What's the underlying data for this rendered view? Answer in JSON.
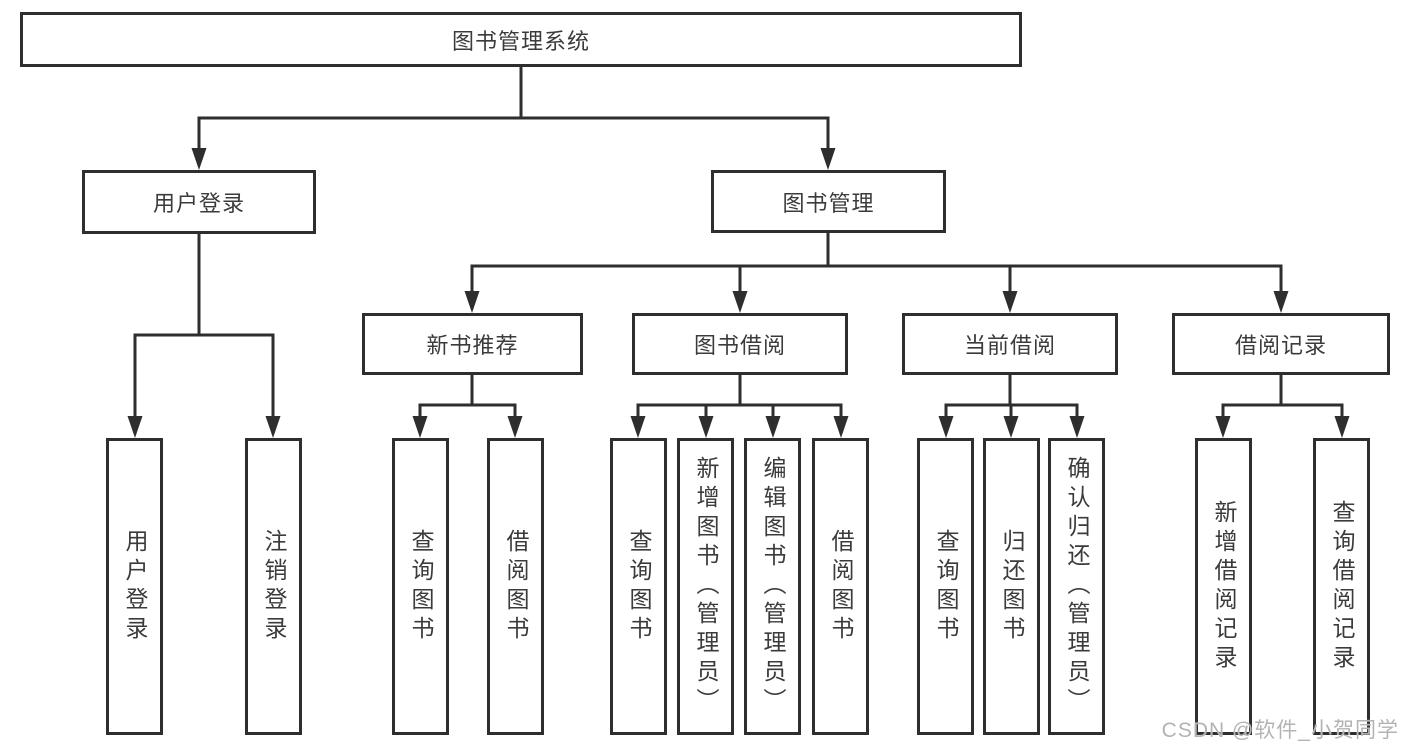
{
  "diagram": {
    "type": "tree",
    "root": {
      "label": "图书管理系统"
    },
    "branches": [
      {
        "label": "用户登录",
        "children": [
          {
            "label": "用户登录"
          },
          {
            "label": "注销登录"
          }
        ]
      },
      {
        "label": "图书管理",
        "children": [
          {
            "label": "新书推荐",
            "children": [
              {
                "label": "查询图书"
              },
              {
                "label": "借阅图书"
              }
            ]
          },
          {
            "label": "图书借阅",
            "children": [
              {
                "label": "查询图书"
              },
              {
                "label": "新增图书（管理员）"
              },
              {
                "label": "编辑图书（管理员）"
              },
              {
                "label": "借阅图书"
              }
            ]
          },
          {
            "label": "当前借阅",
            "children": [
              {
                "label": "查询图书"
              },
              {
                "label": "归还图书"
              },
              {
                "label": "确认归还（管理员）"
              }
            ]
          },
          {
            "label": "借阅记录",
            "children": [
              {
                "label": "新增借阅记录"
              },
              {
                "label": "查询借阅记录"
              }
            ]
          }
        ]
      }
    ]
  },
  "colors": {
    "line": "#2e2e2e",
    "text": "#3b3b3b",
    "background": "#ffffff",
    "watermark": "#b3b3b3"
  },
  "watermark": {
    "text": "CSDN @软件_小贺同学"
  }
}
